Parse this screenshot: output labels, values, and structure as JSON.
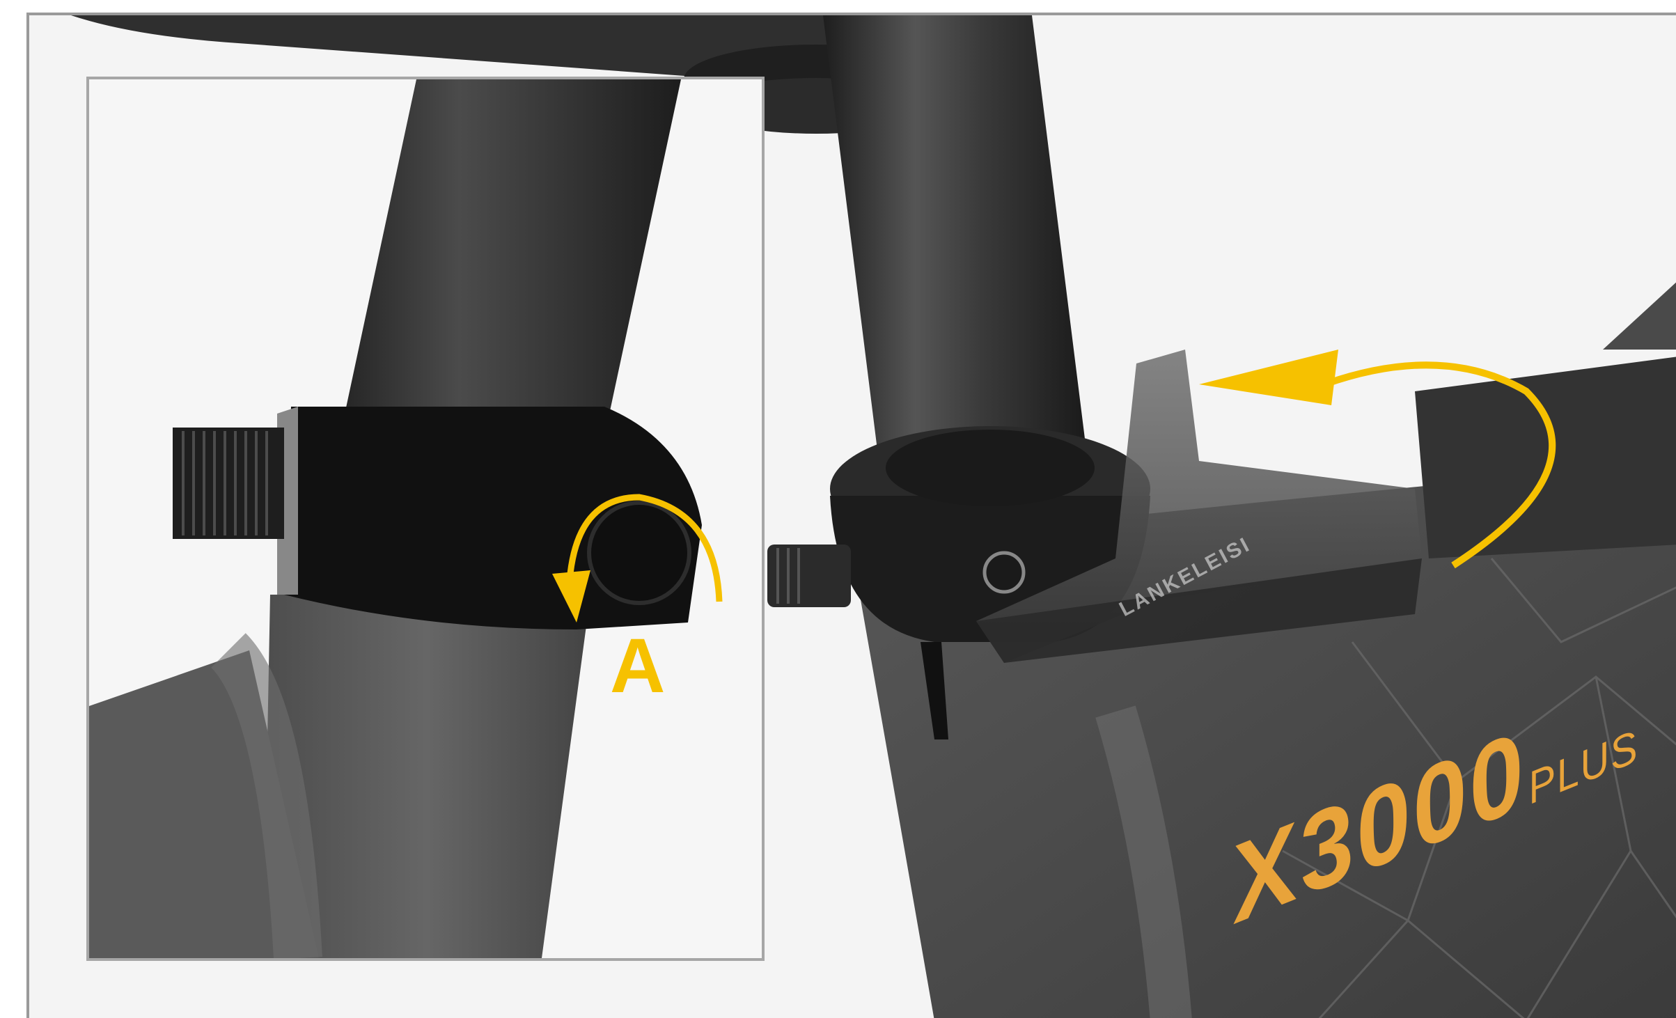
{
  "inset": {
    "label": "A"
  },
  "frame": {
    "brand_main": "X3000",
    "brand_suffix": "PLUS",
    "lever_text": "LANKELEISI"
  },
  "colors": {
    "accent_arrow": "#f6c100",
    "brand_text": "#e8a33a",
    "frame_dark": "#3f3f3f",
    "background": "#f4f4f4"
  }
}
